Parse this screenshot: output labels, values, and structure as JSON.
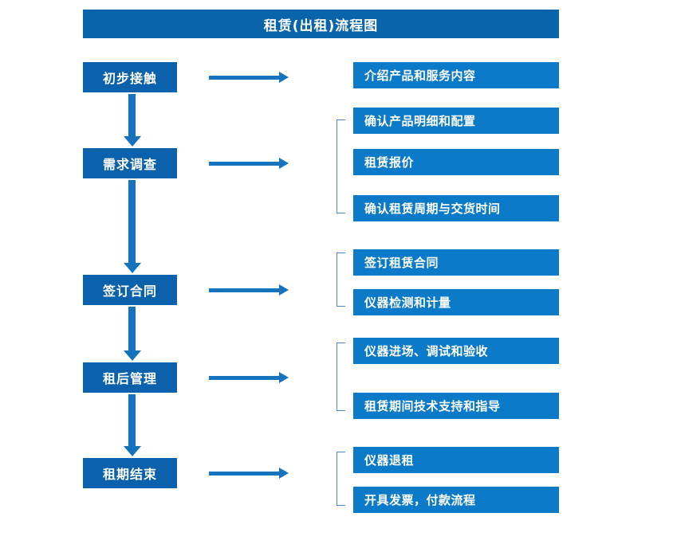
{
  "title": "租赁(出租)流程图",
  "theme": {
    "title_bar_color": "#0a64ab",
    "stage_box_color": "#0b61ac",
    "detail_box_color": "#0b7ac9",
    "arrow_color": "#1573be",
    "bracket_color": "#4a86c8",
    "text_color": "#ffffff",
    "background": "#ffffff"
  },
  "stages": [
    {
      "label": "初步接触"
    },
    {
      "label": "需求调查"
    },
    {
      "label": "签订合同"
    },
    {
      "label": "租后管理"
    },
    {
      "label": "租期结束"
    }
  ],
  "details": [
    {
      "label": "介绍产品和服务内容"
    },
    {
      "label": "确认产品明细和配置"
    },
    {
      "label": "租赁报价"
    },
    {
      "label": "确认租赁周期与交货时间"
    },
    {
      "label": "签订租赁合同"
    },
    {
      "label": "仪器检测和计量"
    },
    {
      "label": "仪器进场、调试和验收"
    },
    {
      "label": "租赁期间技术支持和指导"
    },
    {
      "label": "仪器退租"
    },
    {
      "label": "开具发票，付款流程"
    }
  ],
  "flow": {
    "stage_to_detail_arrows": 5,
    "stage_to_stage_arrows": 4,
    "bracket_groups": [
      {
        "details": [
          "确认产品明细和配置",
          "租赁报价",
          "确认租赁周期与交货时间"
        ]
      },
      {
        "details": [
          "签订租赁合同",
          "仪器检测和计量"
        ]
      },
      {
        "details": [
          "仪器进场、调试和验收",
          "租赁期间技术支持和指导"
        ]
      },
      {
        "details": [
          "仪器退租",
          "开具发票，付款流程"
        ]
      }
    ]
  }
}
